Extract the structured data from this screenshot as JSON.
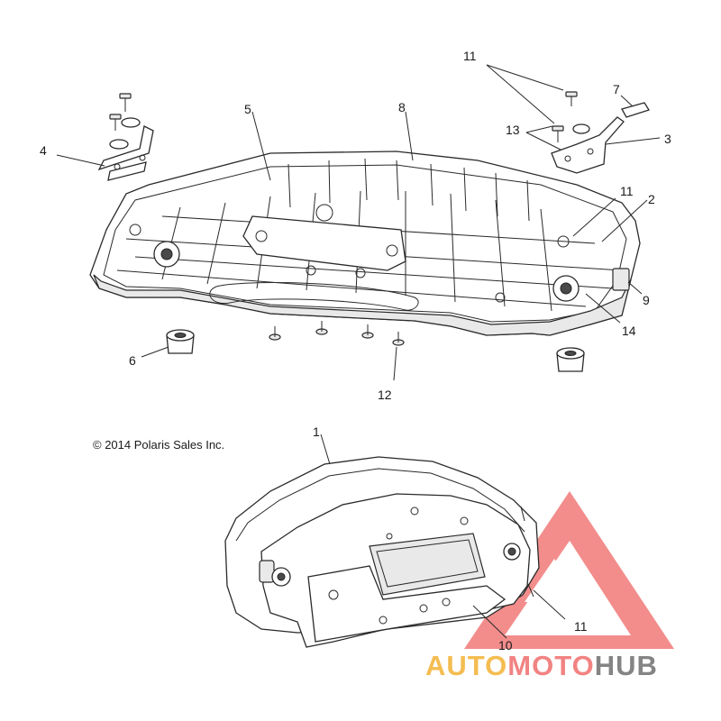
{
  "copyright": "© 2014 Polaris Sales Inc.",
  "callouts": {
    "c1": "1",
    "c2": "2",
    "c3": "3",
    "c4": "4",
    "c5": "5",
    "c6": "6",
    "c7": "7",
    "c8": "8",
    "c9": "9",
    "c10": "10",
    "c11_top": "11",
    "c11_mid": "11",
    "c11_bottom": "11",
    "c12": "12",
    "c13": "13",
    "c14": "14"
  },
  "watermark": {
    "word_part1": "AUTO",
    "word_part2": "MOTO",
    "word_part3": "HUB",
    "accent_color": "#e8312f",
    "gold_color": "#f2b233",
    "grey_color": "#6f6f6f"
  }
}
